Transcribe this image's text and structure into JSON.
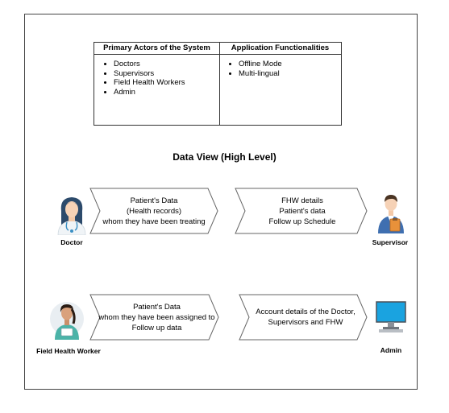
{
  "table": {
    "left_header": "Primary Actors of the System",
    "left_items": [
      "Doctors",
      "Supervisors",
      "Field Health Workers",
      "Admin"
    ],
    "right_header": "Application Functionalities",
    "right_items": [
      "Offline Mode",
      "Multi-lingual"
    ]
  },
  "diagram": {
    "title": "Data View (High Level)",
    "arrows": {
      "doctor": {
        "line1": "Patient's Data",
        "line2": "(Health records)",
        "line3": "whom they have been treating"
      },
      "supervisor": {
        "line1": "FHW details",
        "line2": "Patient's data",
        "line3": "Follow up Schedule"
      },
      "fhw": {
        "line1": "Patient's Data",
        "line2": "whom they have been assigned to",
        "line3": "Follow up data"
      },
      "admin": {
        "line1": "Account details of the Doctor,",
        "line2": "Supervisors and FHW"
      }
    },
    "actors": {
      "doctor": "Doctor",
      "supervisor": "Supervisor",
      "fhw": "Field Health Worker",
      "admin": "Admin"
    }
  },
  "colors": {
    "frame": "#444444",
    "arrow_stroke": "#666666",
    "doctor_coat": "#f0f4f7",
    "doctor_hair": "#2c4a6b",
    "supervisor_shirt": "#3f6fb0",
    "supervisor_clipboard": "#e8913a",
    "fhw_uniform": "#4bb3a8",
    "monitor": "#1aa3e0"
  },
  "icons": [
    "doctor-icon",
    "supervisor-icon",
    "field-health-worker-icon",
    "admin-monitor-icon"
  ]
}
